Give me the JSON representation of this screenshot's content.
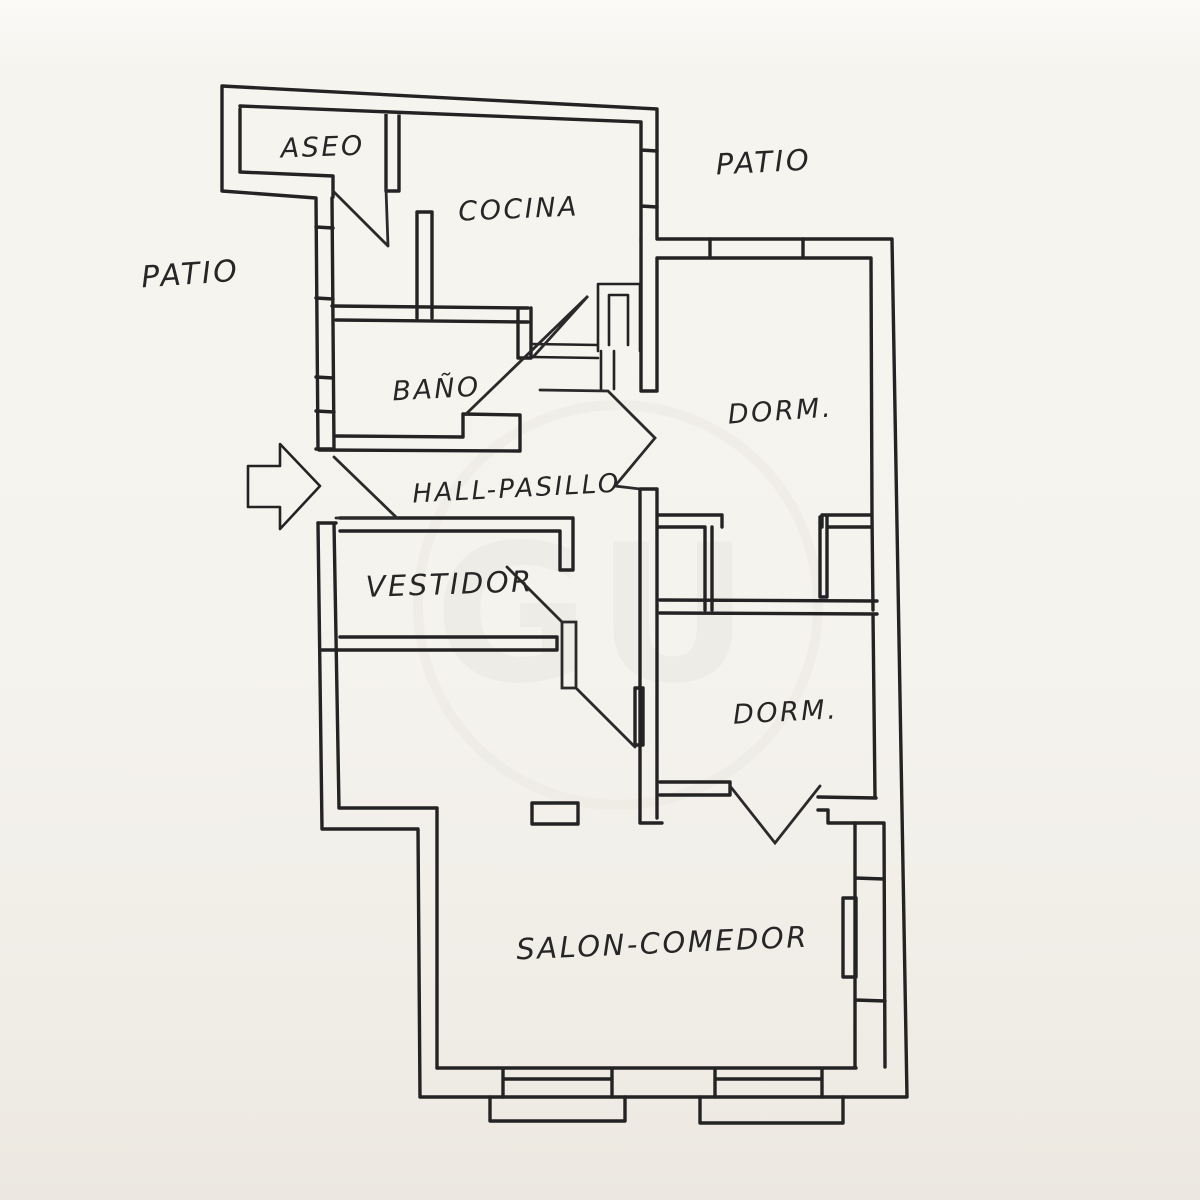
{
  "document_type": "hand-drawn apartment floor plan",
  "colors": {
    "ink": "#232323",
    "paper": "#f5f3ee"
  },
  "plan": {
    "rooms": [
      {
        "id": "aseo",
        "label": "ASEO"
      },
      {
        "id": "cocina",
        "label": "COCINA"
      },
      {
        "id": "patio-top",
        "label": "PATIO"
      },
      {
        "id": "patio-left",
        "label": "PATIO"
      },
      {
        "id": "bano",
        "label": "BAÑO"
      },
      {
        "id": "dorm-1",
        "label": "DORM."
      },
      {
        "id": "hall",
        "label": "HALL-PASILLO"
      },
      {
        "id": "vestidor",
        "label": "VESTIDOR"
      },
      {
        "id": "dorm-2",
        "label": "DORM."
      },
      {
        "id": "salon",
        "label": "SALON-COMEDOR"
      }
    ],
    "symbols": [
      {
        "id": "entrance-arrow",
        "meaning": "main entrance direction"
      }
    ],
    "watermark": {
      "text": "GU"
    }
  }
}
